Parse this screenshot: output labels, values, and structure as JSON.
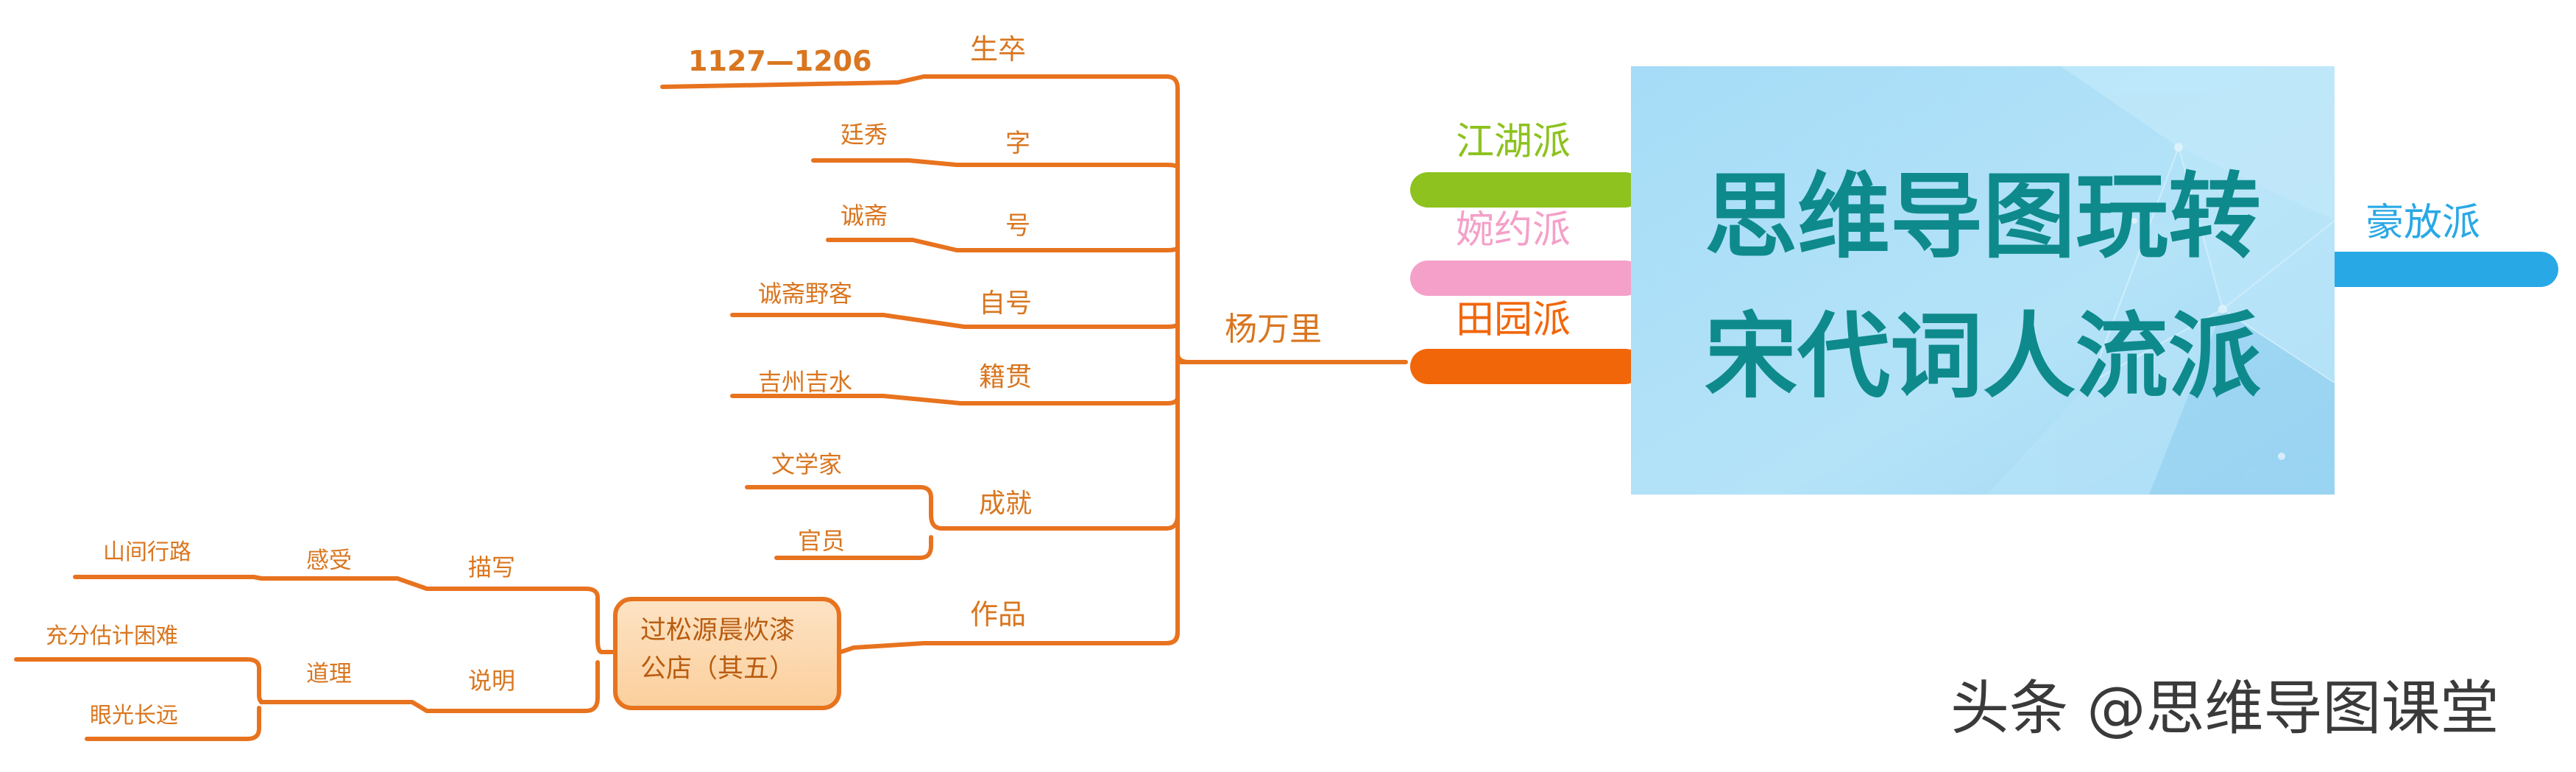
{
  "central_topic": {
    "line1": "思维导图玩转",
    "line2": "宋代词人流派"
  },
  "branches": {
    "jianghu": "江湖派",
    "wanyue": "婉约派",
    "tianyuan": "田园派",
    "haofang": "豪放派"
  },
  "poet": "杨万里",
  "attributes": {
    "shengzu": {
      "label": "生卒",
      "value": "1127—1206"
    },
    "zi": {
      "label": "字",
      "value": "廷秀"
    },
    "hao": {
      "label": "号",
      "value": "诚斋"
    },
    "zihao": {
      "label": "自号",
      "value": "诚斋野客"
    },
    "jiguan": {
      "label": "籍贯",
      "value": "吉州吉水"
    },
    "chengjiu": {
      "label": "成就",
      "values": [
        "文学家",
        "官员"
      ]
    },
    "zuopin": {
      "label": "作品"
    }
  },
  "work": {
    "title_line1": "过松源晨炊漆",
    "title_line2": "公店（其五）",
    "miaoxie": {
      "label": "描写",
      "ganshou": "感受",
      "ganshou_value": "山间行路"
    },
    "shuoming": {
      "label": "说明",
      "daoli": "道理",
      "daoli_values": [
        "充分估计困难",
        "眼光长远"
      ]
    }
  },
  "watermark": "头条 @思维导图课堂",
  "colors": {
    "orange_line": "#e8731f",
    "orange_text": "#d9761f",
    "jianghu": "#8dc21f",
    "wanyue": "#f4a0c8",
    "tianyuan": "#f2660a",
    "haofang": "#29a8e6",
    "central_bg": "#a9def7",
    "central_text": "#0e8a8c"
  }
}
